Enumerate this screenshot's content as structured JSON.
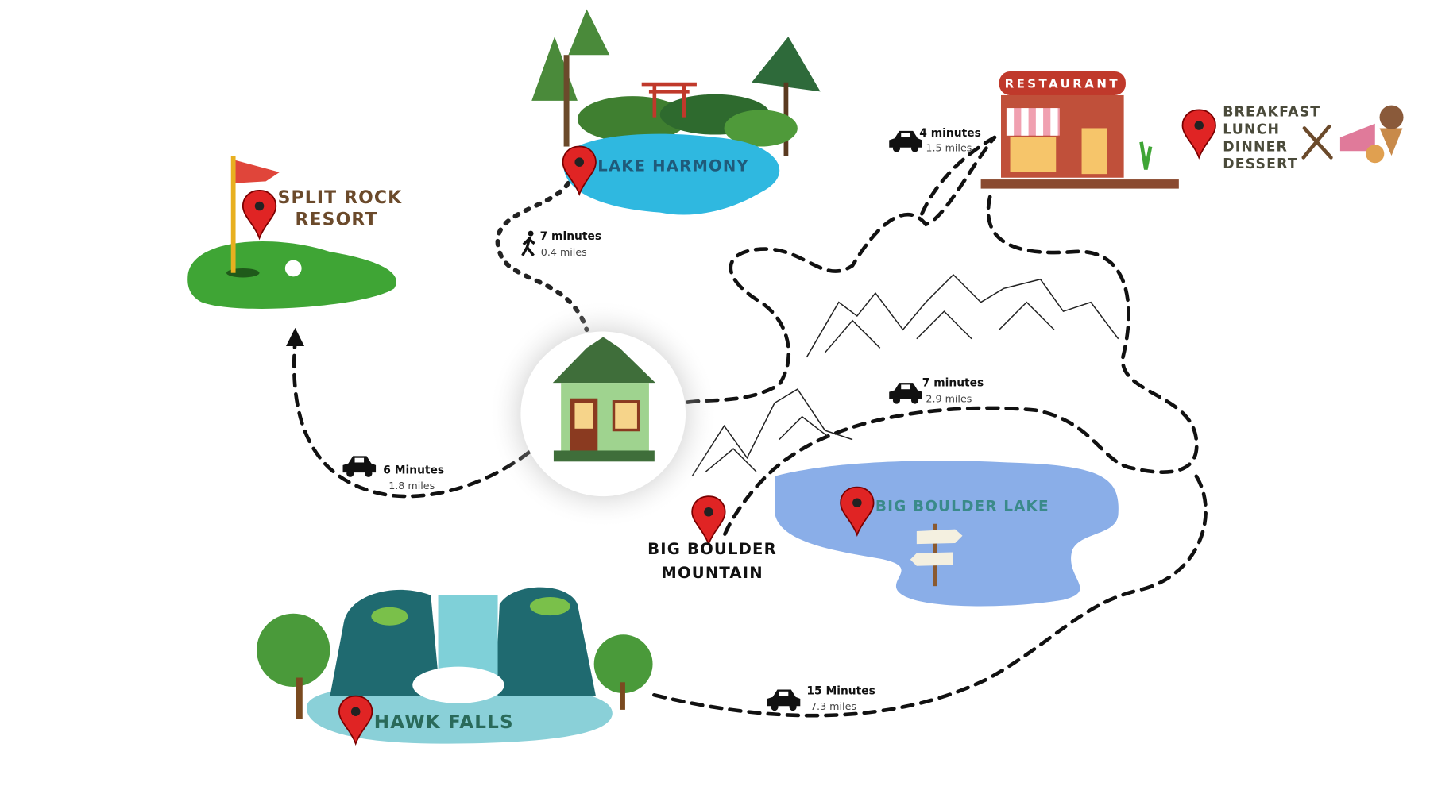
{
  "places": {
    "split_rock": {
      "line1": "SPLIT ROCK",
      "line2": "RESORT"
    },
    "lake_harmony": {
      "name": "LAKE HARMONY"
    },
    "restaurant": {
      "sign": "RESTAURANT",
      "meals": [
        "BREAKFAST",
        "LUNCH",
        "DINNER",
        "DESSERT"
      ]
    },
    "big_boulder_mountain": {
      "line1": "BIG BOULDER",
      "line2": "MOUNTAIN"
    },
    "big_boulder_lake": {
      "name": "BIG BOULDER LAKE"
    },
    "hawk_falls": {
      "name": "HAWK FALLS"
    }
  },
  "routes": {
    "to_lake_harmony": {
      "mode": "walk",
      "time": "7 minutes",
      "distance": "0.4 miles"
    },
    "to_split_rock": {
      "mode": "car",
      "time": "6 Minutes",
      "distance": "1.8 miles"
    },
    "to_restaurant": {
      "mode": "car",
      "time": "4 minutes",
      "distance": "1.5 miles"
    },
    "to_big_boulder": {
      "mode": "car",
      "time": "7 minutes",
      "distance": "2.9 miles"
    },
    "to_hawk_falls": {
      "mode": "car",
      "time": "15 Minutes",
      "distance": "7.3 miles"
    }
  },
  "colors": {
    "pin": "#e02424",
    "golf_green": "#3fa535",
    "lake_harmony": "#2fb8e0",
    "boulder_lake": "#8aaee8",
    "label_brown": "#6b4a2b"
  }
}
